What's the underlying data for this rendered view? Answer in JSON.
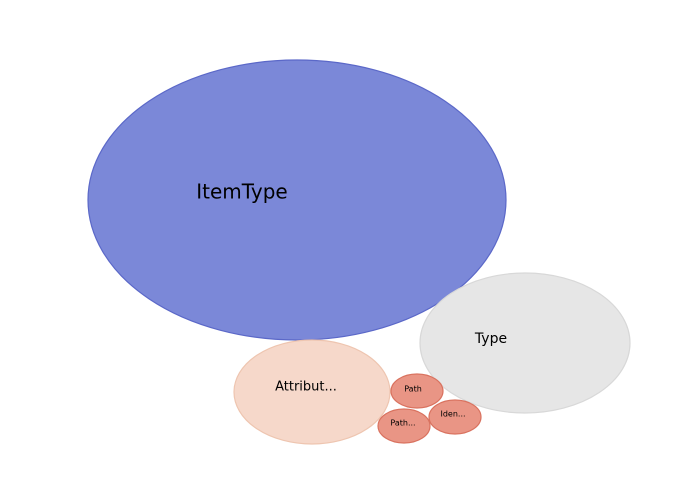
{
  "chart_data": {
    "type": "bubble",
    "title": "",
    "legend": "none",
    "grid": false,
    "bubbles": [
      {
        "label": "ItemType",
        "full_name": "ItemType",
        "relative_size": 1.0,
        "color": "#7b88d8",
        "edge": "#5b68c8"
      },
      {
        "label": "Type",
        "full_name": "Type",
        "relative_size": 0.25,
        "color": "#e6e6e6",
        "edge": "#d8d8d8"
      },
      {
        "label": "Attribut...",
        "full_name": "Attribut...",
        "relative_size": 0.14,
        "color": "#f6d8ca",
        "edge": "#eec5b0"
      },
      {
        "label": "Path",
        "full_name": "Path",
        "relative_size": 0.018,
        "color": "#e99585",
        "edge": "#d9725f"
      },
      {
        "label": "Iden...",
        "full_name": "Iden...",
        "relative_size": 0.018,
        "color": "#e99585",
        "edge": "#d9725f"
      },
      {
        "label": "Path...",
        "full_name": "Path...",
        "relative_size": 0.018,
        "color": "#e99585",
        "edge": "#d9725f"
      }
    ]
  }
}
